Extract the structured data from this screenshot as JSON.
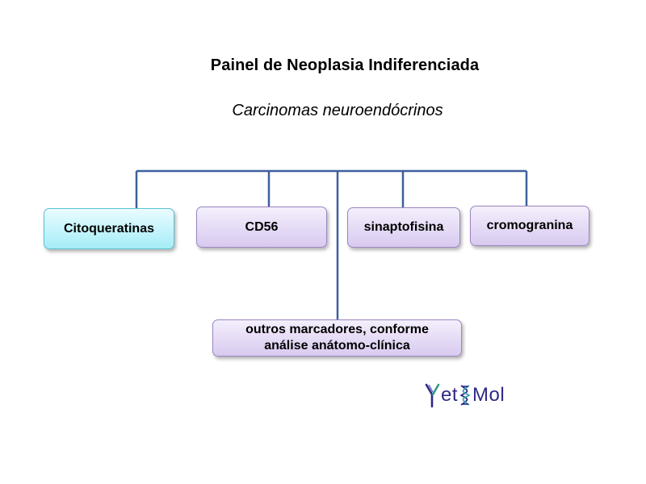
{
  "title": "Painel de Neoplasia Indiferenciada",
  "subtitle": "Carcinomas neuroendócrinos",
  "nodes": {
    "citoqueratinas": "Citoqueratinas",
    "cd56": "CD56",
    "sinaptofisina": "sinaptofisina",
    "cromogranina": "cromogranina",
    "outros_line1": "outros marcadores, conforme",
    "outros_line2": "análise anátomo-clínica"
  },
  "logo": {
    "part1": "et",
    "part2": "Mol"
  },
  "colors": {
    "connector": "#3f5f9e",
    "node_cyan": "#a5edf8",
    "node_lilac": "#d8caef",
    "logo": "#2f2a86"
  },
  "icons": [
    "antibody-icon",
    "dna-helix-icon"
  ]
}
